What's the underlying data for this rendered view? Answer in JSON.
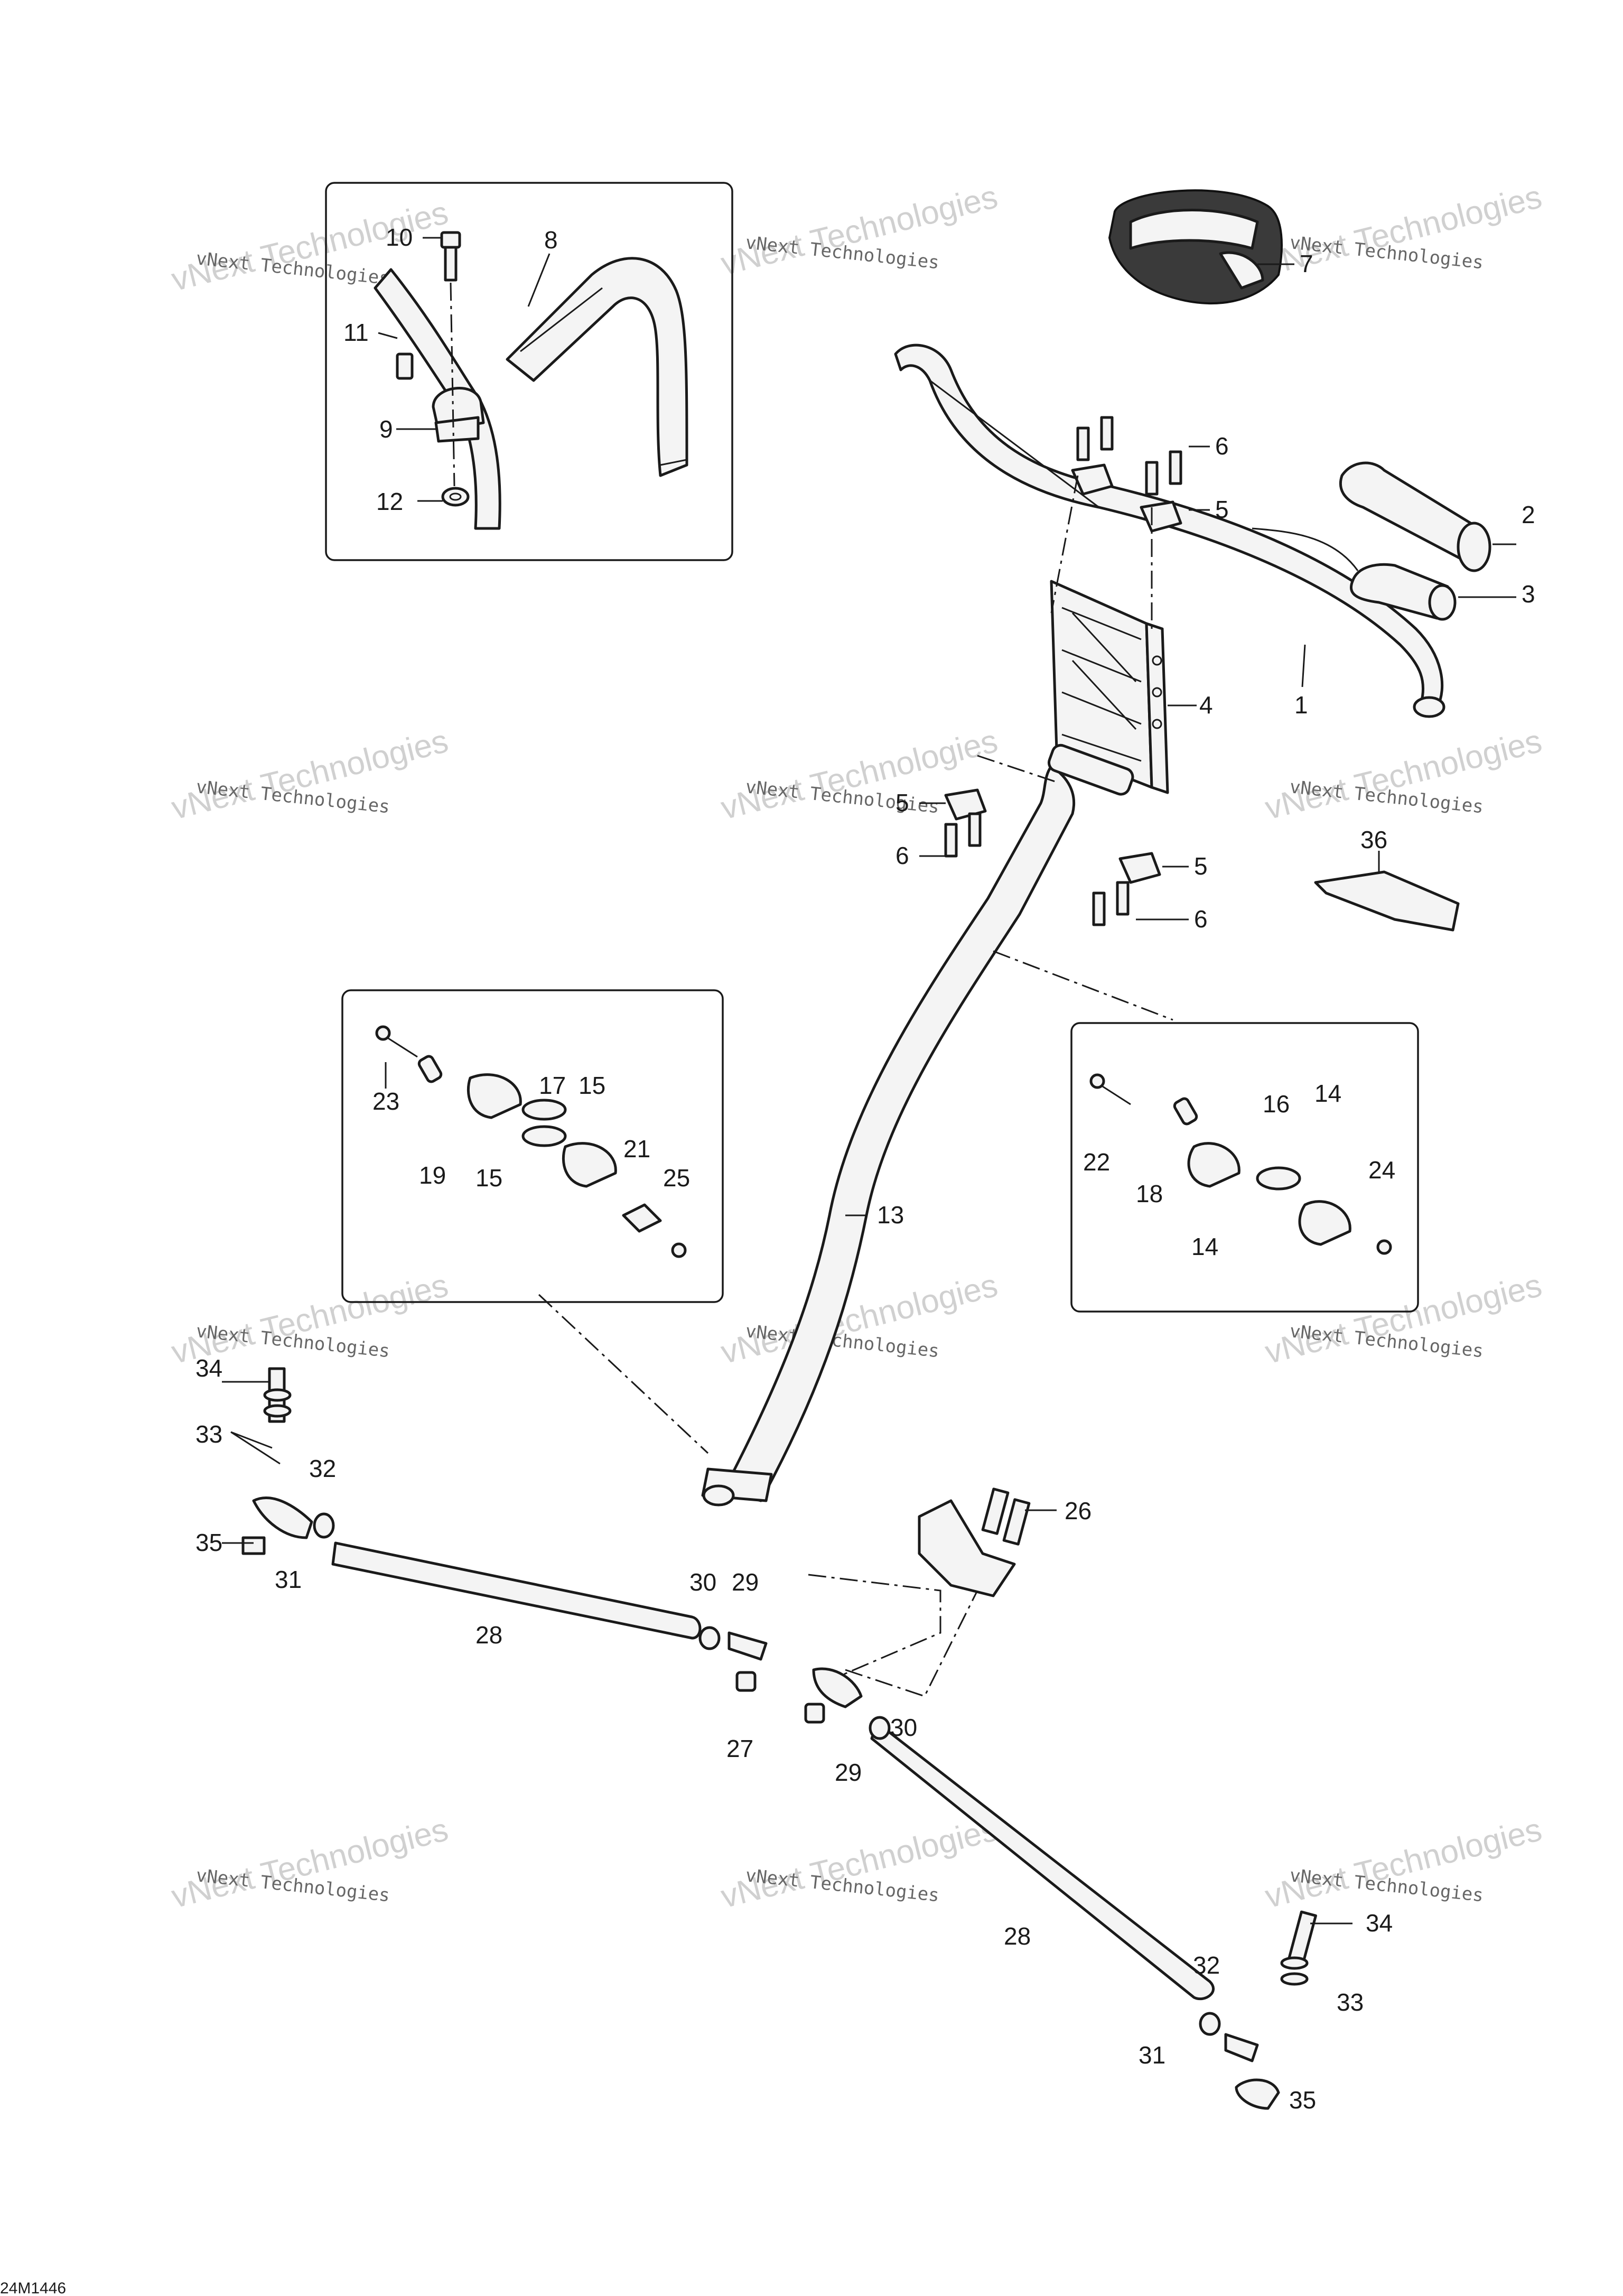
{
  "diagram_code": "24M1446",
  "watermark": {
    "line1": "vNext Technologies",
    "line2": "vNext Technologies"
  },
  "callouts": {
    "c1": "1",
    "c2": "2",
    "c3": "3",
    "c4": "4",
    "c5a": "5",
    "c5b": "5",
    "c5c": "5",
    "c6a": "6",
    "c6b": "6",
    "c6c": "6",
    "c7": "7",
    "c8": "8",
    "c9": "9",
    "c10": "10",
    "c11": "11",
    "c12": "12",
    "c13": "13",
    "c14a": "14",
    "c14b": "14",
    "c15a": "15",
    "c15b": "15",
    "c16": "16",
    "c17": "17",
    "c18": "18",
    "c19": "19",
    "c21": "21",
    "c22": "22",
    "c23": "23",
    "c24": "24",
    "c25": "25",
    "c26": "26",
    "c27": "27",
    "c28a": "28",
    "c28b": "28",
    "c29a": "29",
    "c29b": "29",
    "c30a": "30",
    "c30b": "30",
    "c31a": "31",
    "c31b": "31",
    "c32a": "32",
    "c32b": "32",
    "c33a": "33",
    "c33b": "33",
    "c34a": "34",
    "c34b": "34",
    "c35a": "35",
    "c35b": "35",
    "c36": "36"
  }
}
